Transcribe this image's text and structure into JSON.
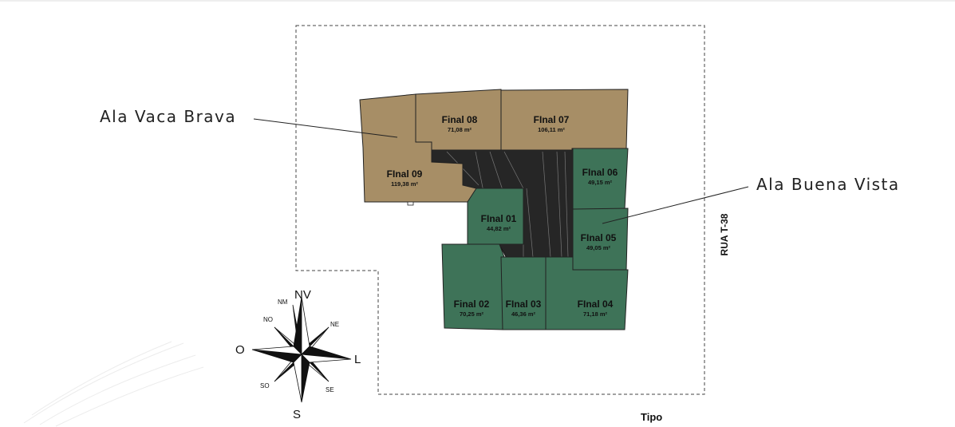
{
  "callouts": {
    "left": "Ala Vaca Brava",
    "right": "Ala Buena Vista"
  },
  "street_label": "RUA T-38",
  "floor_label": "Tipo",
  "colors": {
    "wing_vaca_brava": "#a78e66",
    "wing_buena_vista": "#3e7358",
    "circulation": "#262626",
    "outline": "#222222"
  },
  "units": [
    {
      "id": "09",
      "name": "FInal 09",
      "area": "119,38 m²",
      "wing": "vaca_brava"
    },
    {
      "id": "08",
      "name": "Final 08",
      "area": "71,08 m²",
      "wing": "vaca_brava"
    },
    {
      "id": "07",
      "name": "FInal 07",
      "area": "106,11 m²",
      "wing": "vaca_brava"
    },
    {
      "id": "06",
      "name": "FInal 06",
      "area": "49,15 m²",
      "wing": "buena_vista"
    },
    {
      "id": "05",
      "name": "FInal 05",
      "area": "49,05 m²",
      "wing": "buena_vista"
    },
    {
      "id": "04",
      "name": "FInal 04",
      "area": "71,18 m²",
      "wing": "buena_vista"
    },
    {
      "id": "03",
      "name": "FInal 03",
      "area": "46,36 m²",
      "wing": "buena_vista"
    },
    {
      "id": "02",
      "name": "Final 02",
      "area": "70,25 m²",
      "wing": "buena_vista"
    },
    {
      "id": "01",
      "name": "FInal 01",
      "area": "44,82 m²",
      "wing": "buena_vista"
    }
  ],
  "compass": {
    "north": "NV",
    "south": "S",
    "east": "L",
    "west": "O",
    "nnw": "NM",
    "northwest": "NO",
    "northeast": "NE",
    "southwest": "SO",
    "southeast": "SE"
  }
}
